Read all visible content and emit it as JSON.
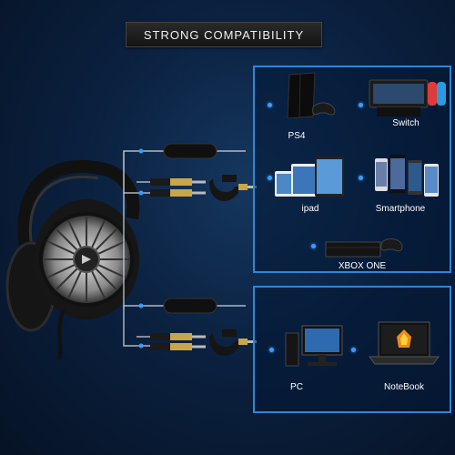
{
  "banner": {
    "title": "STRONG COMPATIBILITY"
  },
  "consoles_panel": {
    "devices": [
      {
        "label": "PS4",
        "icon": "ps4-console-icon"
      },
      {
        "label": "Switch",
        "icon": "switch-console-icon"
      },
      {
        "label": "ipad",
        "icon": "ipad-tablets-icon"
      },
      {
        "label": "Smartphone",
        "icon": "smartphones-icon"
      },
      {
        "label": "XBOX ONE",
        "icon": "xbox-one-console-icon"
      }
    ]
  },
  "pc_panel": {
    "devices": [
      {
        "label": "PC",
        "icon": "desktop-pc-icon"
      },
      {
        "label": "NoteBook",
        "icon": "laptop-icon"
      }
    ]
  },
  "colors": {
    "accent": "#2f86d6",
    "background": "#0b2140"
  }
}
